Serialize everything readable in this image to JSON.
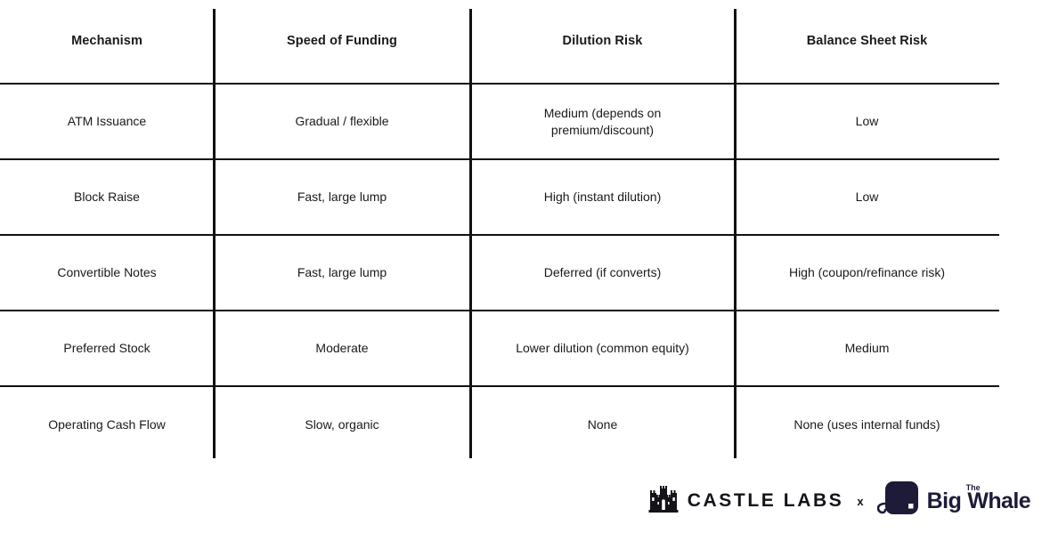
{
  "table": {
    "columns": [
      "Mechanism",
      "Speed of Funding",
      "Dilution Risk",
      "Balance Sheet Risk"
    ],
    "rows": [
      {
        "mechanism": "ATM Issuance",
        "speed": "Gradual / flexible",
        "dilution": "Medium (depends on\npremium/discount)",
        "balance": "Low"
      },
      {
        "mechanism": "Block Raise",
        "speed": "Fast, large lump",
        "dilution": "High (instant dilution)",
        "balance": "Low"
      },
      {
        "mechanism": "Convertible Notes",
        "speed": "Fast, large lump",
        "dilution": "Deferred (if converts)",
        "balance": "High (coupon/refinance risk)"
      },
      {
        "mechanism": "Preferred Stock",
        "speed": "Moderate",
        "dilution": "Lower dilution (common equity)",
        "balance": "Medium"
      },
      {
        "mechanism": "Operating Cash Flow",
        "speed": "Slow, organic",
        "dilution": "None",
        "balance": "None (uses internal funds)"
      }
    ]
  },
  "footer": {
    "castle_label": "CASTLE LABS",
    "separator": "x",
    "whale_the": "The",
    "whale_big": "Big",
    "whale_whale": "Whale"
  },
  "colors": {
    "rule": "#111111",
    "text": "#1a1a1a",
    "whale_navy": "#1d1b38",
    "background": "#ffffff"
  }
}
